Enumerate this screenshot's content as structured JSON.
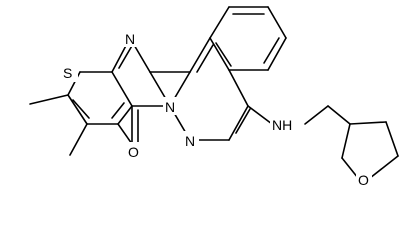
{
  "molecule": {
    "atom_labels": {
      "S": "S",
      "N_left": "N",
      "N_center": "N",
      "N_bottom": "N",
      "O_carbonyl": "O",
      "NH": "NH",
      "O_ring": "O"
    },
    "colors": {
      "bond": "#000000",
      "label": "#000000",
      "background": "#ffffff"
    }
  }
}
